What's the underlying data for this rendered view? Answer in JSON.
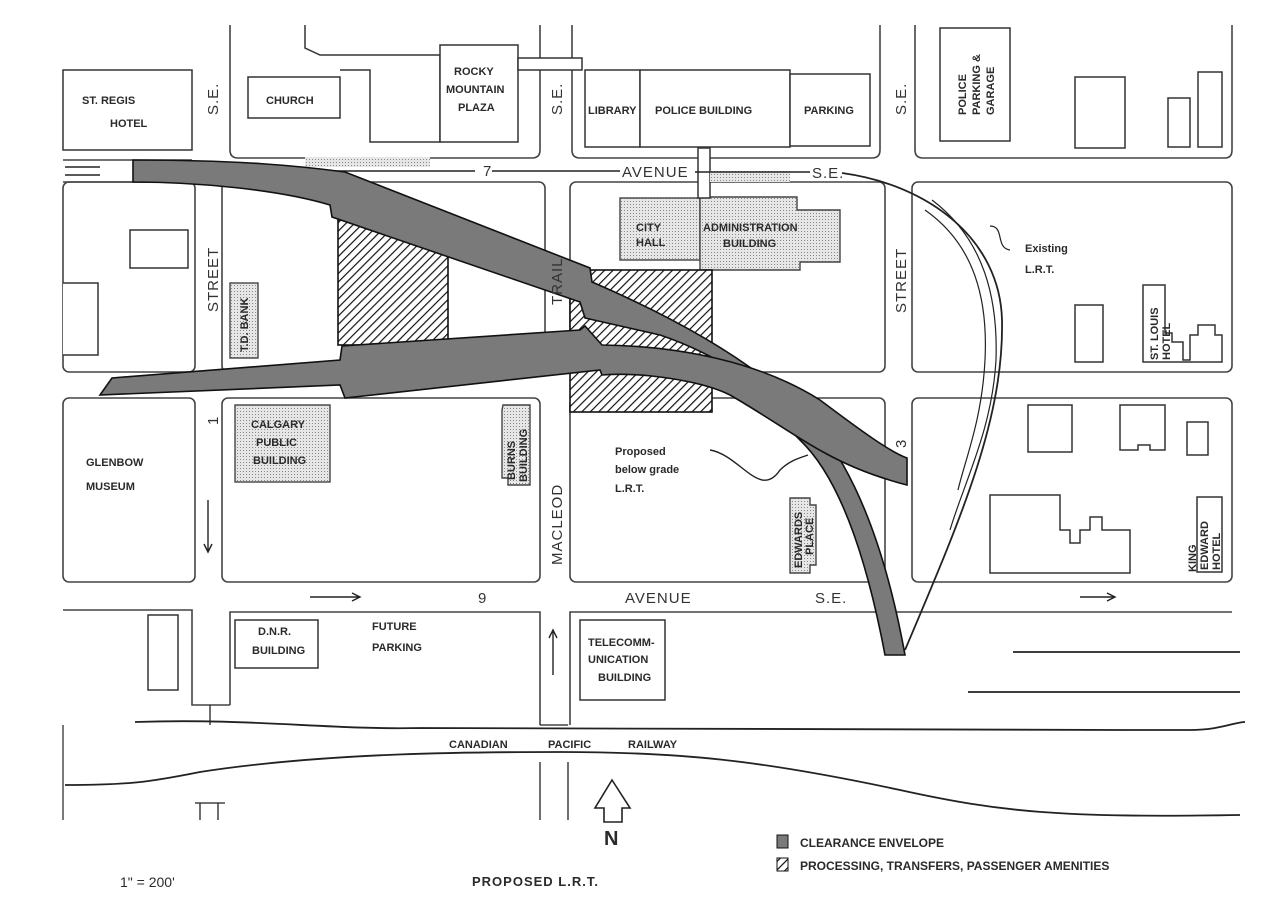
{
  "title": "PROPOSED L.R.T.",
  "scale": "1\" = 200'",
  "north": "N",
  "streets": {
    "seventh_ave_num": "7",
    "seventh_ave_word": "AVENUE",
    "seventh_ave_se": "S.E.",
    "ninth_ave_num": "9",
    "ninth_ave_word": "AVENUE",
    "ninth_ave_se": "S.E.",
    "first_street_se": "S.E.",
    "first_street_word": "STREET",
    "first_street_num": "1",
    "macleod_se": "S.E.",
    "macleod_trail": "TRAIL",
    "macleod_word": "MACLEOD",
    "third_street_se": "S.E.",
    "third_street_word": "STREET",
    "third_street_num": "3",
    "railway": [
      "CANADIAN",
      "PACIFIC",
      "RAILWAY"
    ]
  },
  "buildings": {
    "st_regis": [
      "ST.  REGIS",
      "HOTEL"
    ],
    "church": "CHURCH",
    "rocky_mountain": [
      "ROCKY",
      "MOUNTAIN",
      "PLAZA"
    ],
    "library": "LIBRARY",
    "police_building": "POLICE  BUILDING",
    "parking": "PARKING",
    "police_parking": [
      "POLICE",
      "PARKING &",
      "GARAGE"
    ],
    "city_hall": [
      "CITY",
      "HALL"
    ],
    "administration": [
      "ADMINISTRATION",
      "BUILDING"
    ],
    "td_bank": "T.D. BANK",
    "st_louis": [
      "ST. LOUIS",
      "HOTEL"
    ],
    "glenbow": [
      "GLENBOW",
      "MUSEUM"
    ],
    "calgary_public": [
      "CALGARY",
      "PUBLIC",
      "BUILDING"
    ],
    "burns": [
      "BURNS",
      "BUILDING"
    ],
    "edwards_place": [
      "EDWARDS",
      "PLACE"
    ],
    "king_edward": [
      "KING",
      "EDWARD",
      "HOTEL"
    ],
    "dnr": [
      "D.N.R.",
      "BUILDING"
    ],
    "future_parking": [
      "FUTURE",
      "PARKING"
    ],
    "telecomm": [
      "TELECOMM-",
      "UNICATION",
      "BUILDING"
    ]
  },
  "annotations": {
    "existing_lrt": [
      "Existing",
      "L.R.T."
    ],
    "proposed_lrt": [
      "Proposed",
      "below grade",
      "L.R.T."
    ]
  },
  "legend": [
    {
      "symbol": "clearance-envelope",
      "label": "CLEARANCE   ENVELOPE",
      "color": "#7a7a7a"
    },
    {
      "symbol": "hatch",
      "label": "PROCESSING, TRANSFERS, PASSENGER  AMENITIES"
    }
  ]
}
